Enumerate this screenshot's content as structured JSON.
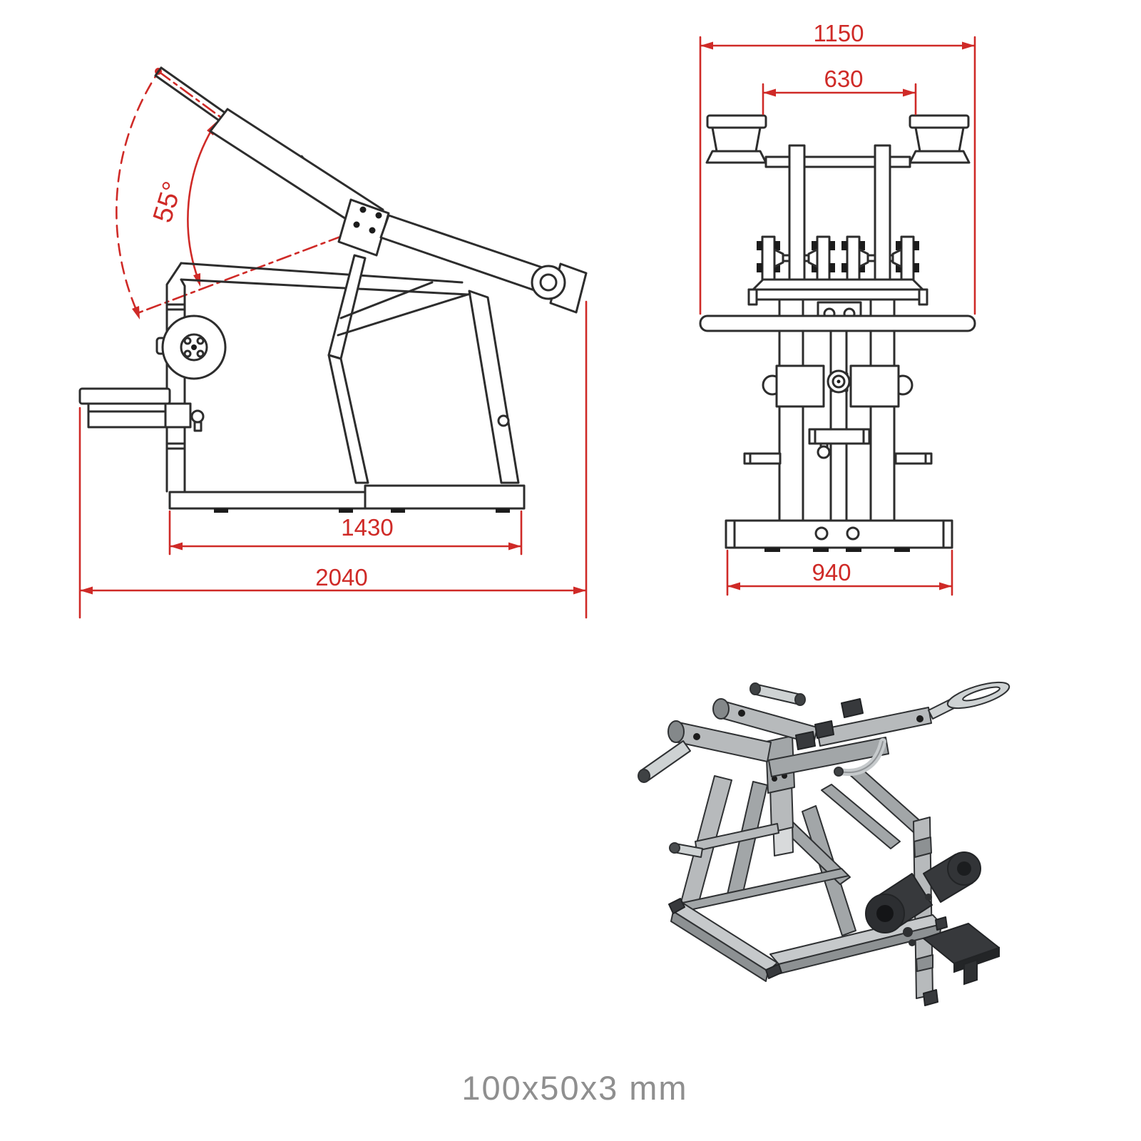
{
  "caption": {
    "text": "100x50x3 mm",
    "color": "#8f8f8f"
  },
  "drawing": {
    "stroke_color": "#2d2d2d",
    "dimension_color": "#cf2a27",
    "side_view": {
      "angle": "55°",
      "inner_width": "1430",
      "overall_width": "2040"
    },
    "front_view": {
      "overall_width": "1150",
      "handle_spacing": "630",
      "base_width": "940"
    },
    "isometric_view": {
      "frame_color": "#b7babc",
      "handle_color": "#ced2d3",
      "pad_color": "#37393c"
    }
  }
}
